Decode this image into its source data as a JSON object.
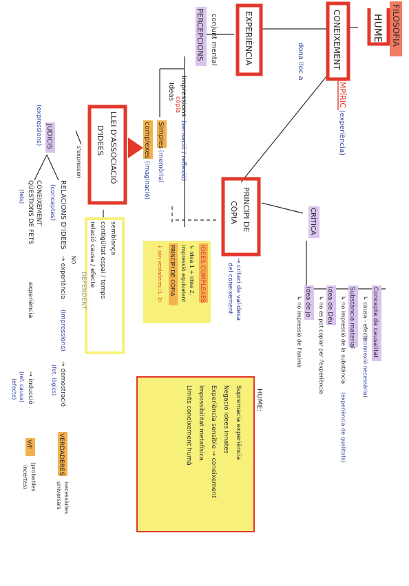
{
  "colors": {
    "ink": "#2a2a2a",
    "blue": "#2d3f9e",
    "red": "#e2382b",
    "salmon": "#f07a62",
    "lilac": "#d9c4ee",
    "yellow": "#f7f07a",
    "orange": "#f4b24e",
    "pale": "#fbf6b0"
  },
  "nodes": {
    "filosofia": "FILOSOFIA",
    "hume": "HUME",
    "coneixement": "CONEIXEMENT",
    "empiric": "EMPÍRIC",
    "experiencia_paren": "(experiència)",
    "experiencia": "EXPERIÈNCIA",
    "dona_lloc_a": "dona lloc a",
    "percepcions": "PERCEPCIONS",
    "conjunt_mental": "conjunt mental",
    "impressions": "Impressions",
    "sensacio_reflexio": "(sensació / reflexió)",
    "copia": "còpia",
    "ideas": "Ideas",
    "simples": "Simples",
    "memoria": "(memòria)",
    "complexes": "complexes",
    "imaginacio": "(imaginació)",
    "lleis_line1": "LLEI D'ASSOCIACIÓ",
    "lleis_line2": "D'IDEES",
    "judicis": "JUDICIS",
    "expressions": "(expressions)",
    "s_expressen": "s'expressen",
    "principi_line1": "PRINCIPI DE",
    "principi_line2": "CÒPIA",
    "criteri_line1": "→ criteri de validesa",
    "criteri_line2": "del coneixement",
    "critica": "CRÍTICA"
  },
  "associacio": {
    "items": [
      "semblança",
      "contigüitat espai / temps",
      "relació causa / efecte"
    ]
  },
  "idees_complexes": {
    "title": "IDEES COMPLEXES",
    "lines": [
      "↳ idea 1 + idea 2,",
      "impressió equivalent"
    ],
    "principi": "PRINCIPI DE CÒPIA",
    "sense": "↓ són verdaderes (1, 2)"
  },
  "judicis_branches": {
    "relacions_dides": "RELACIONS D'IDEES",
    "conceptes": "(conceptes)",
    "coneixement": "CONEIXEMENT",
    "questions_de_fets": "QÜESTIONS DE FETS",
    "fets": "(fets)",
    "no_experiencia": "→ experiència",
    "no_label": "NO",
    "impressions": "(impressions)",
    "demostracio": "→ demostració",
    "fet_logics": "(fet. lògics)",
    "verdaderes": "VERDADERES",
    "necessaries": "necessàries",
    "universals": "universals",
    "dependent": "DEPENDENT",
    "experiencia2": "experiència",
    "induccio": "→ inducció",
    "fet_causa": "(ref. causa)",
    "efecte": "(efecte)",
    "vf": "V/F",
    "probables": "(probables",
    "incertes": "incertes)"
  },
  "critica_items": [
    {
      "title": "Concepte de causalitat",
      "sub": "↳ causa - efecte",
      "note": "(connexió necessària)"
    },
    {
      "title": "Substància material",
      "sub": "↳ no impressió de la substància",
      "note": "(experiència de qualitats)"
    },
    {
      "title": "Idea de Déu",
      "sub": "↳ no es pot copiar per l'experiència",
      "note": ""
    },
    {
      "title": "Idea de jo",
      "sub": "↳ no impressió de l'ànima",
      "note": ""
    }
  ],
  "hume_box": {
    "title": "HUME:",
    "bullets": [
      "Supremacia experiència",
      "Negació idees innates",
      "Experiència sensible → coneixement",
      "Impossibilitat metafísica",
      "Límits coneixement humà"
    ]
  }
}
